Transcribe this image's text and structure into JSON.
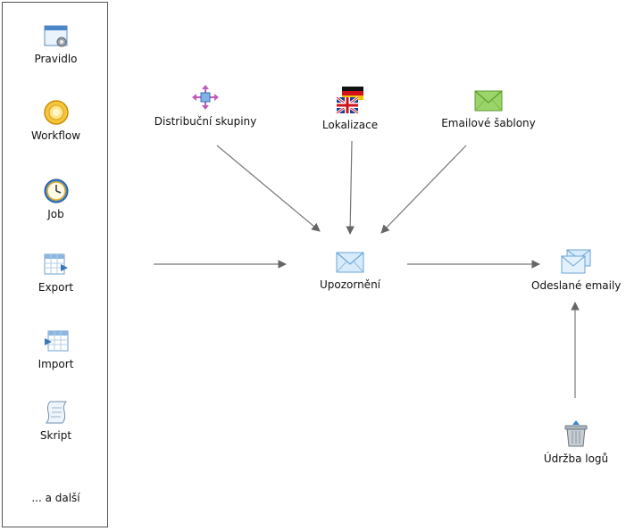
{
  "sidebar": {
    "items": [
      {
        "label": "Pravidlo",
        "icon": "rule-window-gear-icon"
      },
      {
        "label": "Workflow",
        "icon": "workflow-gear-icon"
      },
      {
        "label": "Job",
        "icon": "clock-icon"
      },
      {
        "label": "Export",
        "icon": "table-export-icon"
      },
      {
        "label": "Import",
        "icon": "table-import-icon"
      },
      {
        "label": "Skript",
        "icon": "script-scroll-icon"
      }
    ],
    "more_label": "... a další"
  },
  "diagram": {
    "nodes": {
      "distribution_groups": {
        "label": "Distribuční skupiny",
        "icon": "distribution-arrows-icon"
      },
      "localization": {
        "label": "Lokalizace",
        "icon": "flags-icon"
      },
      "email_templates": {
        "label": "Emailové šablony",
        "icon": "green-envelope-icon"
      },
      "notification": {
        "label": "Upozornění",
        "icon": "envelope-icon"
      },
      "sent_emails": {
        "label": "Odeslané emaily",
        "icon": "envelopes-stack-icon"
      },
      "log_maintenance": {
        "label": "Údržba logů",
        "icon": "recycle-bin-icon"
      }
    },
    "edges": [
      {
        "from": "distribution_groups",
        "to": "notification"
      },
      {
        "from": "localization",
        "to": "notification"
      },
      {
        "from": "email_templates",
        "to": "notification"
      },
      {
        "from": "sidebar",
        "to": "notification"
      },
      {
        "from": "notification",
        "to": "sent_emails"
      },
      {
        "from": "log_maintenance",
        "to": "sent_emails"
      }
    ]
  }
}
